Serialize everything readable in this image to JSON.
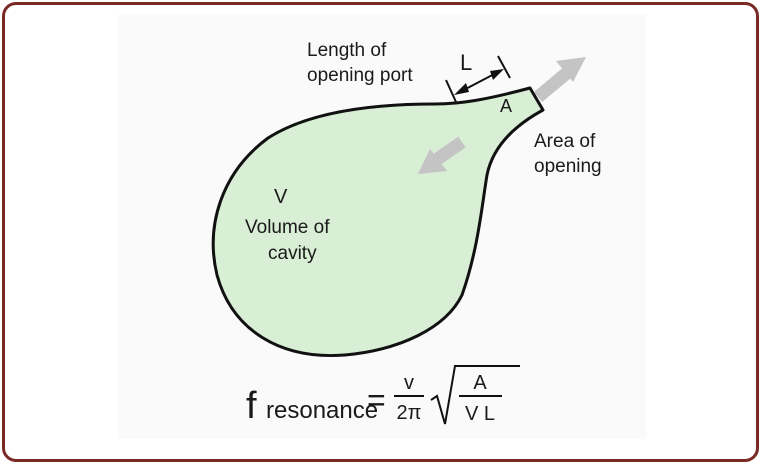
{
  "diagram": {
    "labels": {
      "length_line1": "Length of",
      "length_line2": "opening port",
      "length_symbol": "L",
      "area_symbol": "A",
      "area_line1": "Area of",
      "area_line2": "opening",
      "volume_symbol": "V",
      "volume_line1": "Volume of",
      "volume_line2": "cavity"
    },
    "formula": {
      "f": "f",
      "subscript": "resonance",
      "equals": "=",
      "numerator": "v",
      "denominator": "2π",
      "radicand_numerator": "A",
      "radicand_denominator": "V L"
    },
    "colors": {
      "cavity_fill": "#d8eed5",
      "outline": "#111111",
      "arrow": "#c4c4c4",
      "frame_border": "#7a2a22"
    }
  }
}
